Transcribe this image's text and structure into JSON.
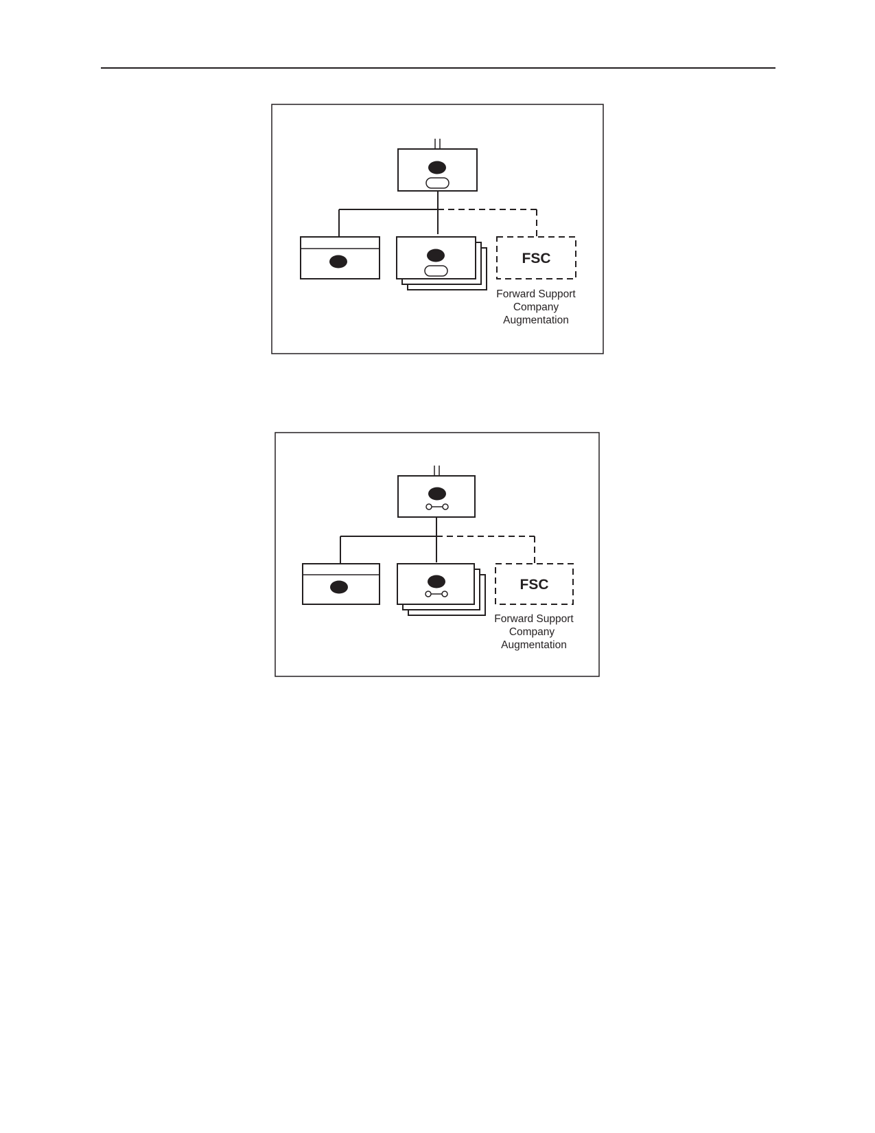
{
  "figures": [
    {
      "equipment_symbol": "tracked-vehicle",
      "augmentation": {
        "abbreviation": "FSC",
        "caption_lines": [
          "Forward Support",
          "Company",
          "Augmentation"
        ]
      }
    },
    {
      "equipment_symbol": "wheeled-vehicle",
      "augmentation": {
        "abbreviation": "FSC",
        "caption_lines": [
          "Forward Support",
          "Company",
          "Augmentation"
        ]
      }
    }
  ],
  "colors": {
    "ink": "#231f20",
    "background": "#ffffff"
  }
}
